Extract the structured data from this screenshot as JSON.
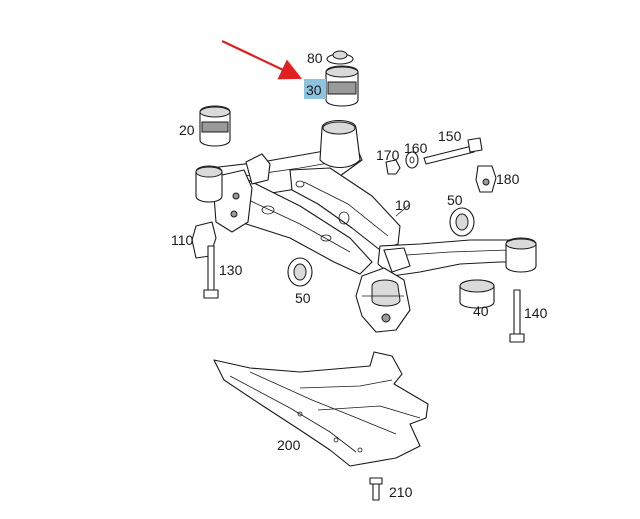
{
  "labels": {
    "p10": "10",
    "p20": "20",
    "p30": "30",
    "p40": "40",
    "p50a": "50",
    "p50b": "50",
    "p80": "80",
    "p110": "110",
    "p130": "130",
    "p140": "140",
    "p150": "150",
    "p160": "160",
    "p170": "170",
    "p180": "180",
    "p200": "200",
    "p210": "210"
  },
  "colors": {
    "highlight": "#8ec3e0",
    "arrow": "#e02020",
    "ink": "#1a1a1a"
  },
  "highlighted_part": "30"
}
